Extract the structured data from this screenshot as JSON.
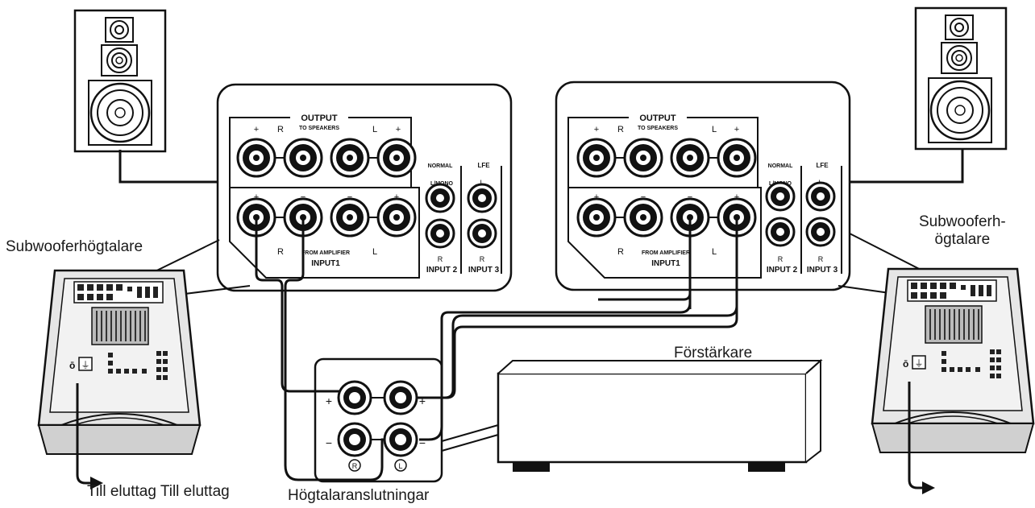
{
  "labels": {
    "subwoofer_left": "Subwooferhögtalare",
    "subwoofer_right": "Subwooferh-\nögtalare",
    "amplifier": "Förstärkare",
    "power_outlets": "Till eluttag Till eluttag",
    "speaker_terminals": "Högtalaranslutningar"
  },
  "panel": {
    "output": "OUTPUT",
    "to_speakers": "TO SPEAKERS",
    "normal": "NORMAL",
    "lfe": "LFE",
    "from_amplifier": "FROM AMPLIFIER",
    "input1": "INPUT1",
    "input2": "INPUT 2",
    "input3": "INPUT 3",
    "lr_mono": "L/MONO",
    "r_mark": "R",
    "l_mark": "L",
    "plus": "+",
    "minus": "−"
  },
  "terminals": {
    "plus": "+",
    "minus": "−",
    "r_mark": "R",
    "l_mark": "L"
  }
}
